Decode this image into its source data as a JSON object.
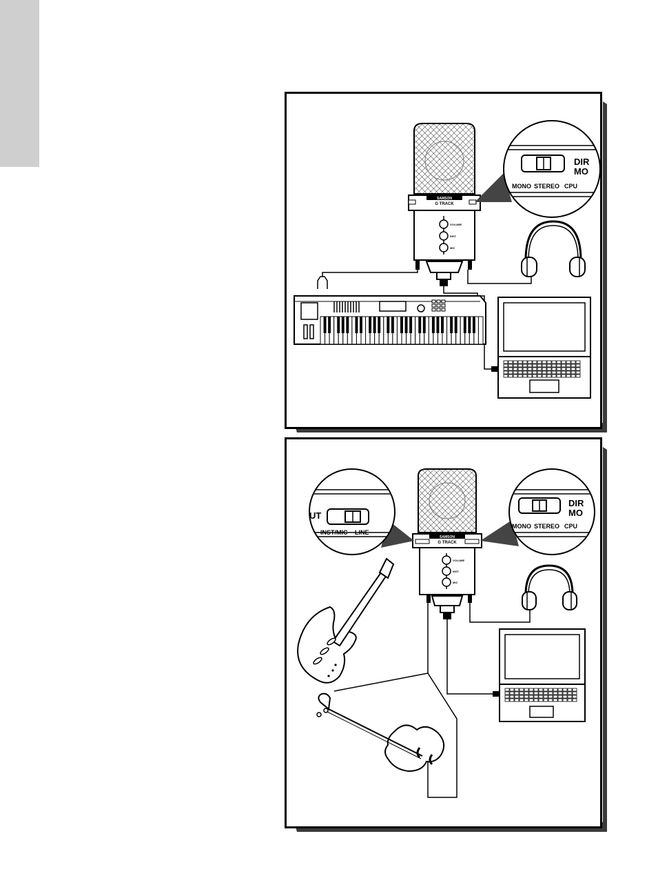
{
  "side_tab": {
    "color": "#cfcfcf"
  },
  "mic": {
    "brand": "SAMSON",
    "model": "G TRACK",
    "knob_labels": [
      "VOLUME",
      "INST",
      "MIC"
    ]
  },
  "callouts": {
    "direct_monitor_partial": [
      "DIR",
      "MO"
    ],
    "direct_monitor_modes": [
      "MONO",
      "STEREO",
      "CPU"
    ],
    "input_partial": "UT",
    "input_modes": [
      "INST/MIC",
      "LINE"
    ]
  },
  "panels": [
    {
      "id": "panel-1",
      "devices": [
        "microphone",
        "headphones",
        "keyboard",
        "laptop"
      ]
    },
    {
      "id": "panel-2",
      "devices": [
        "microphone",
        "headphones",
        "bass-guitar",
        "violin",
        "laptop"
      ]
    }
  ],
  "colors": {
    "line": "#000000",
    "panel_bg": "#ffffff",
    "shadow": "#3a3a3a",
    "tab": "#cfcfcf"
  }
}
